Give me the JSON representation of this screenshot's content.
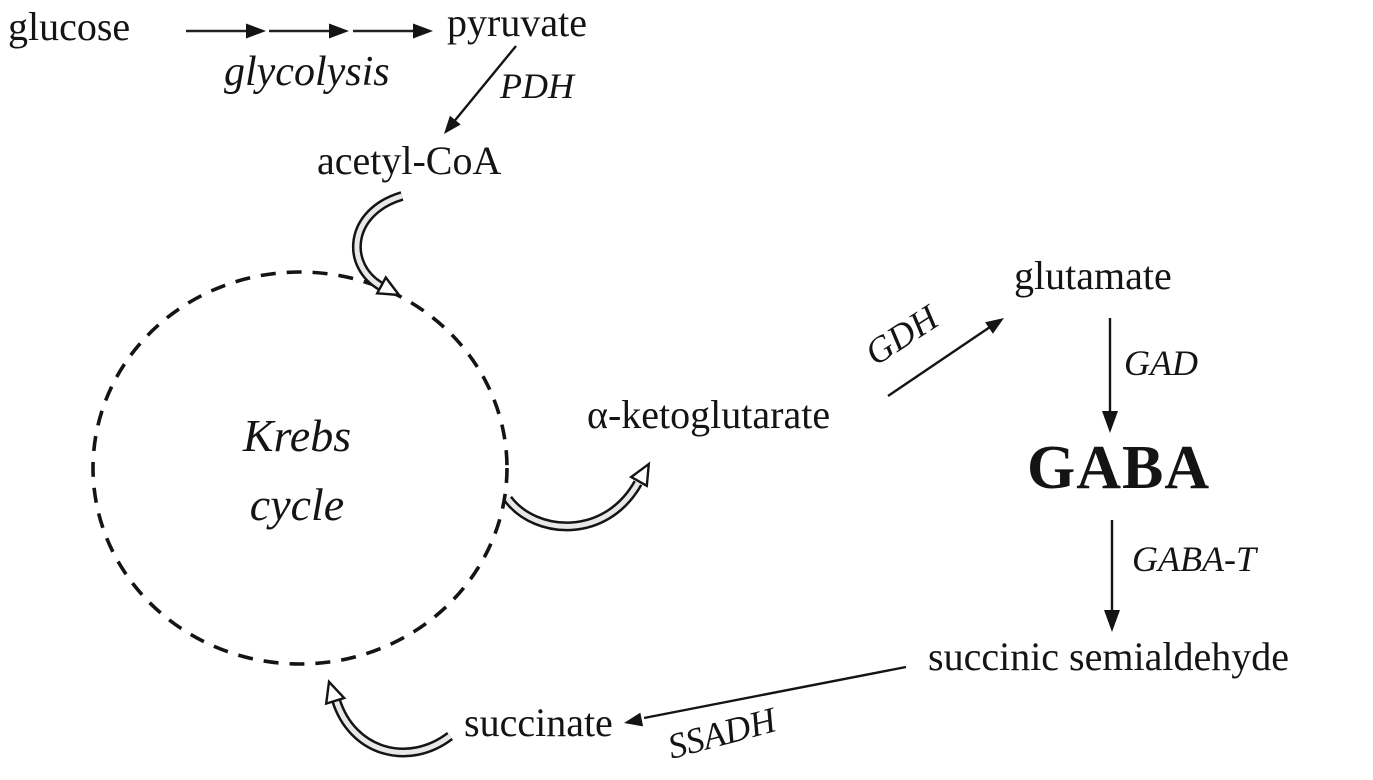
{
  "figure": {
    "type": "metabolic-pathway-diagram",
    "background_color": "#ffffff",
    "ink_color": "#141414",
    "curved_arrow_fill": "#e8e8e8",
    "nodes": {
      "glucose": "glucose",
      "pyruvate": "pyruvate",
      "acetyl_coa": "acetyl-CoA",
      "krebs_line1": "Krebs",
      "krebs_line2": "cycle",
      "alpha_ketoglutarate": "α-ketoglutarate",
      "glutamate": "glutamate",
      "gaba": "GABA",
      "succinic_semialdehyde": "succinic semialdehyde",
      "succinate": "succinate"
    },
    "enzymes": {
      "glycolysis": "glycolysis",
      "pdh": "PDH",
      "gdh": "GDH",
      "gad": "GAD",
      "gaba_t": "GABA-T",
      "ssadh": "SSADH"
    }
  }
}
